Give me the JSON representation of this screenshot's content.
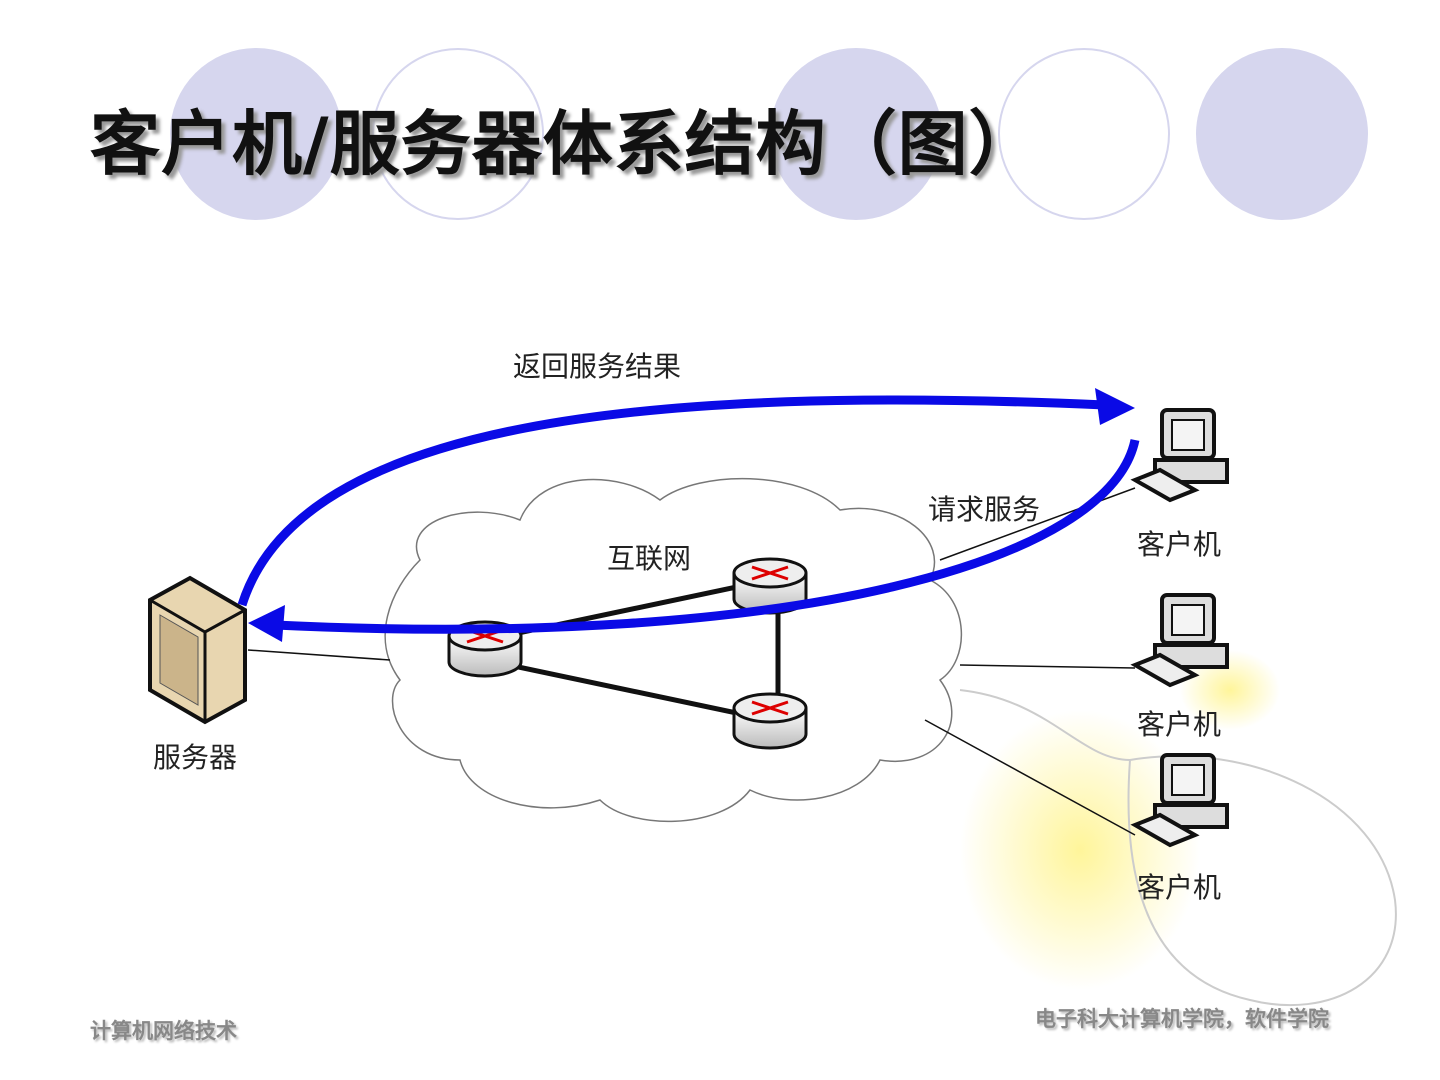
{
  "title": "客户机/服务器体系结构（图）",
  "labels": {
    "return": "返回服务结果",
    "request": "请求服务",
    "internet": "互联网",
    "server": "服务器",
    "client1": "客户机",
    "client2": "客户机",
    "client3": "客户机"
  },
  "footer": {
    "left": "计算机网络技术",
    "right": "电子科大计算机学院，软件学院"
  },
  "colors": {
    "arrow": "#0a0ae6",
    "circle": "#d6d6ee"
  }
}
